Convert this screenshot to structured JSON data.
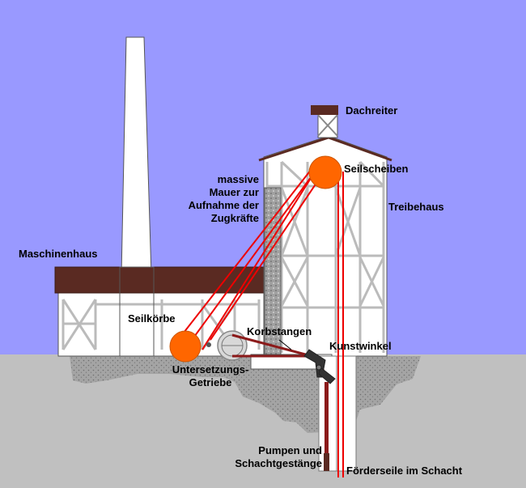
{
  "labels": {
    "dachreiter": "Dachreiter",
    "seilscheiben": "Seilscheiben",
    "treibehaus": "Treibehaus",
    "mauer": [
      "massive",
      "Mauer zur",
      "Aufnahme der",
      "Zugkräfte"
    ],
    "maschinenhaus": "Maschinenhaus",
    "seilkoerbe": "Seilkörbe",
    "korbstangen": "Korbstangen",
    "kunstwinkel": "Kunstwinkel",
    "getriebe": [
      "Untersetzungs-",
      "Getriebe"
    ],
    "pumpen": [
      "Pumpen und",
      "Schachtgestänge"
    ],
    "foerderseile": "Förderseile im Schacht"
  },
  "colors": {
    "sky": "#9999ff",
    "ground": "#c0c0c0",
    "soil": "#a8a8a8",
    "building": "#ffffff",
    "roof": "#5a2a22",
    "timber": "#bbbbbb",
    "rope": "#ee0000",
    "drum": "#ff6600",
    "rod": "#8b1a1a",
    "masonry": "#999999"
  }
}
